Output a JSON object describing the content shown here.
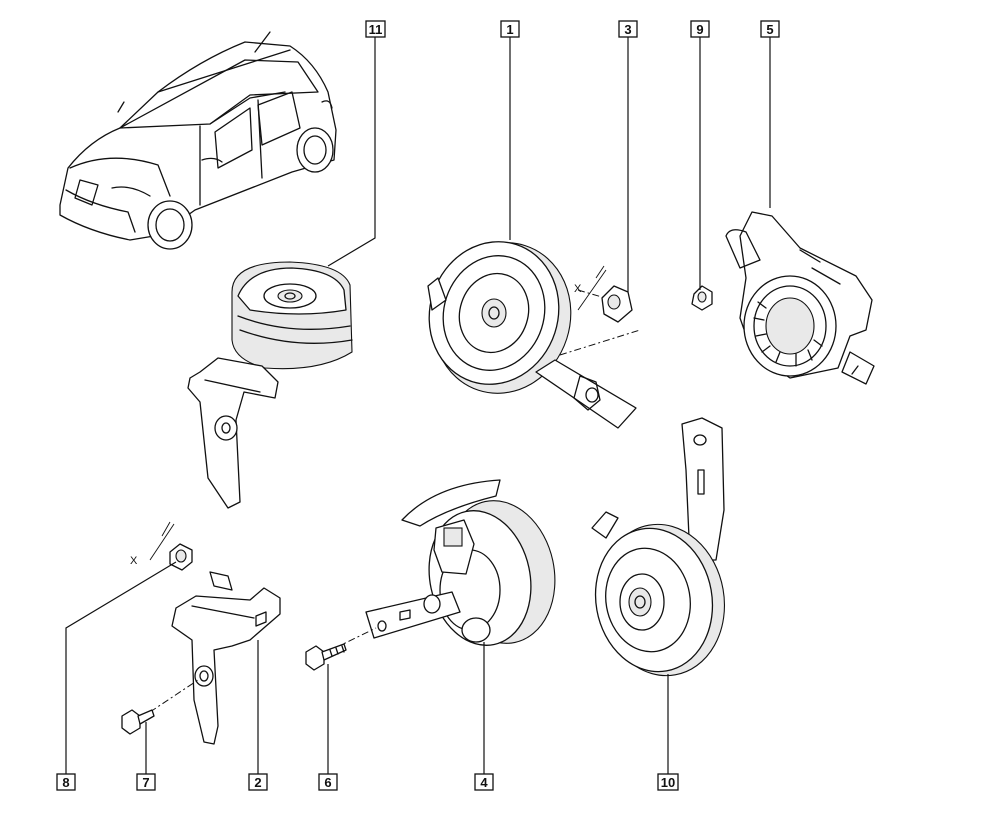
{
  "callouts": {
    "c1": "1",
    "c2": "2",
    "c3": "3",
    "c4": "4",
    "c5": "5",
    "c6": "6",
    "c7": "7",
    "c8": "8",
    "c9": "9",
    "c10": "10",
    "c11": "11"
  },
  "dimension_labels": {
    "x_top": "X",
    "x_bottom": "X"
  },
  "colors": {
    "line": "#111111",
    "background": "#ffffff"
  }
}
